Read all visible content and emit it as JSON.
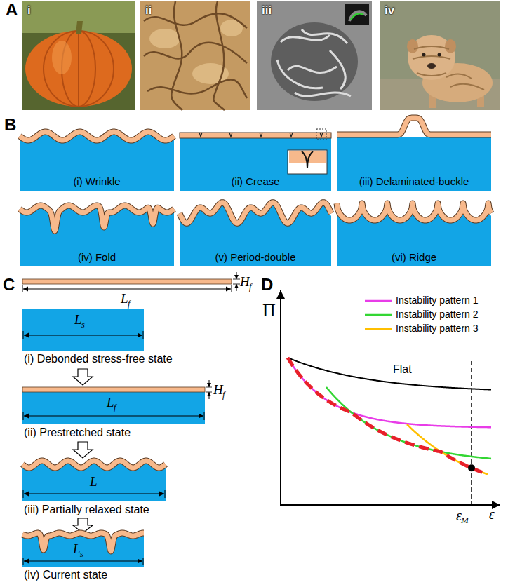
{
  "diagram": {
    "nodes": [
      {
        "text": [
          "i"
        ]
      },
      {
        "text": [
          "ii"
        ]
      },
      {
        "text": [
          "iii"
        ]
      },
      {
        "text": [
          "iv"
        ]
      },
      {
        "text": [
          "(i) Wrinkle"
        ]
      },
      {
        "text": [
          "(ii) Crease"
        ]
      },
      {
        "text": [
          "(iii) Delaminated-buckle"
        ]
      },
      {
        "text": [
          "(iv) Fold"
        ]
      },
      {
        "text": [
          "(v) Period-double"
        ]
      },
      {
        "text": [
          "(vi) Ridge"
        ]
      }
    ],
    "labels": [
      "A",
      "B",
      "C",
      "H",
      "f",
      "L",
      "f",
      "L",
      "s",
      "(i) Debonded stress-free state",
      "H",
      "f",
      "L",
      "f",
      "(ii) Prestretched state",
      "L",
      "(iii) Partially relaxed state",
      "L",
      "s",
      "(iv) Current state",
      "D",
      "Π",
      "Flat",
      "ε",
      "M",
      "ε"
    ],
    "legend": [
      {
        "text": "Instability pattern 1"
      },
      {
        "text": "Instability pattern 2"
      },
      {
        "text": "Instability pattern 3"
      }
    ]
  }
}
